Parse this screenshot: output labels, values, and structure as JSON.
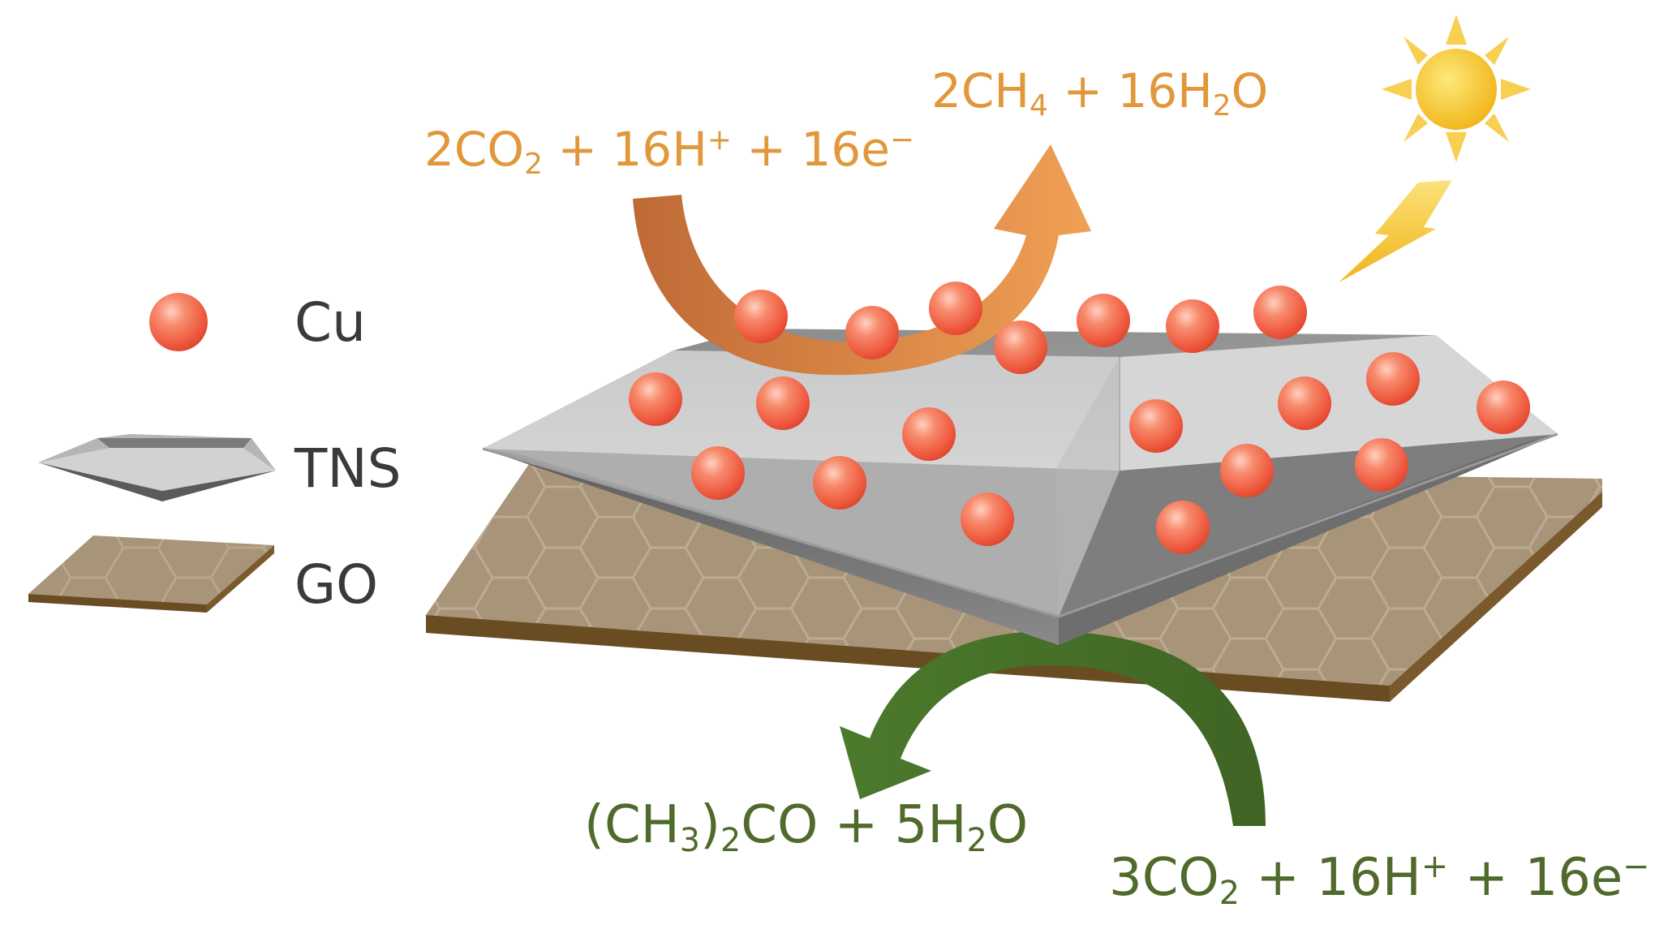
{
  "legend": {
    "cu": "Cu",
    "tns": "TNS",
    "go": "GO"
  },
  "reactions": {
    "top_reactant": {
      "a": "2CO",
      "a_sub": "2",
      "b": " + 16H",
      "b_sup": "+",
      "c": " + 16e",
      "c_sup": "−"
    },
    "top_product": {
      "a": "2CH",
      "a_sub": "4",
      "b": " + 16H",
      "b_sub": "2",
      "c": "O"
    },
    "bottom_product": {
      "a": "(CH",
      "a_sub": "3",
      "b": ")",
      "b_sub": "2",
      "c": "CO + 5H",
      "c_sub": "2",
      "d": "O"
    },
    "bottom_reactant": {
      "a": "3CO",
      "a_sub": "2",
      "b": " + 16H",
      "b_sup": "+",
      "c": " + 16e",
      "c_sup": "−"
    }
  },
  "icons": [
    "sun-icon",
    "lightning-icon"
  ],
  "colors": {
    "orange_text": "#e1973a",
    "orange_arrow_dark": "#c0703a",
    "orange_arrow_light": "#f0a050",
    "green_text": "#4f6a2b",
    "green_arrow": "#4f7a2e",
    "cu_particle": "#f26a50",
    "tns_gray": "#c9c9c9",
    "go_brown": "#a89478",
    "sun_yellow": "#f6c020"
  }
}
